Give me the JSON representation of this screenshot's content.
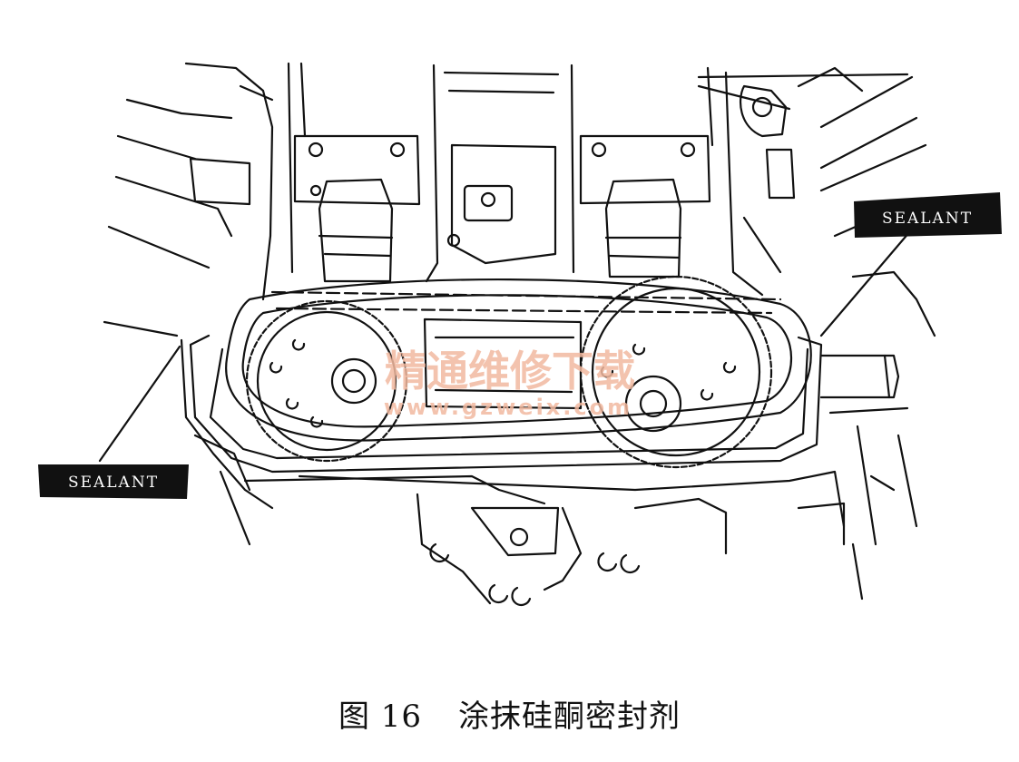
{
  "labels": {
    "sealant_right": "SEALANT",
    "sealant_left": "SEALANT"
  },
  "watermark": {
    "text": "精通维修下载",
    "url": "www.gzweix.com"
  },
  "caption": {
    "number": "图 16",
    "title": "涂抹硅酮密封剂"
  }
}
